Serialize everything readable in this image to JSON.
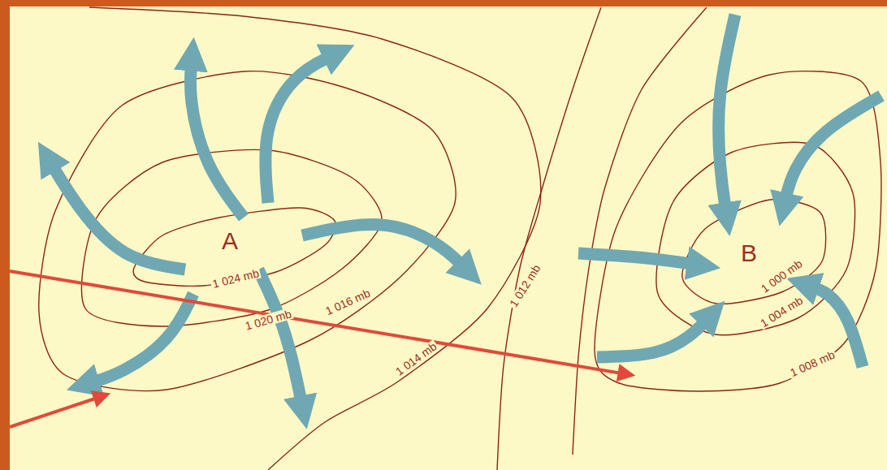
{
  "diagram": {
    "labels": [
      "A",
      "B",
      "1 024 mb",
      "1 020 mb",
      "1 016 mb",
      "1 014 mb",
      "1 012 mb",
      "1 000 mb",
      "1 004 mb",
      "1 008 mb"
    ]
  }
}
